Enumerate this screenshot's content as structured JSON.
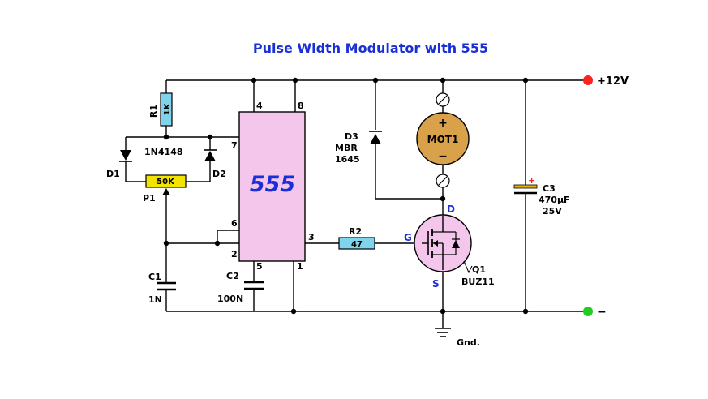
{
  "title": "Pulse Width Modulator with 555",
  "ic": {
    "label": "555",
    "pins": {
      "p1": "1",
      "p2": "2",
      "p3": "3",
      "p4": "4",
      "p5": "5",
      "p6": "6",
      "p7": "7",
      "p8": "8"
    },
    "color": "#f4c6ec"
  },
  "components": {
    "r1": {
      "ref": "R1",
      "value": "1K"
    },
    "r2": {
      "ref": "R2",
      "value": "47"
    },
    "p1": {
      "ref": "P1",
      "value": "50K"
    },
    "d1": {
      "ref": "D1"
    },
    "d2": {
      "ref": "D2"
    },
    "diodes_type": "1N4148",
    "d3": {
      "ref": "D3",
      "line1": "MBR",
      "line2": "1645"
    },
    "c1": {
      "ref": "C1",
      "value": "1N"
    },
    "c2": {
      "ref": "C2",
      "value": "100N"
    },
    "c3": {
      "ref": "C3",
      "line1": "470µF",
      "line2": "25V",
      "plus": "+"
    },
    "q1": {
      "ref": "Q1",
      "part": "BUZ11",
      "gate": "G",
      "drain": "D",
      "source": "S"
    },
    "motor": {
      "label": "MOT1",
      "plus": "+",
      "minus": "−"
    }
  },
  "supply": {
    "positive": "+12V",
    "negative": "−",
    "ground": "Gnd."
  },
  "colors": {
    "resistor": "#7fd3ea",
    "pot": "#f2e400",
    "motor": "#d9a24a",
    "mosfet": "#f4c6ec",
    "terminal": "#ff2020",
    "neg_terminal": "#22cc22",
    "cap_plate": "#e8b400"
  }
}
